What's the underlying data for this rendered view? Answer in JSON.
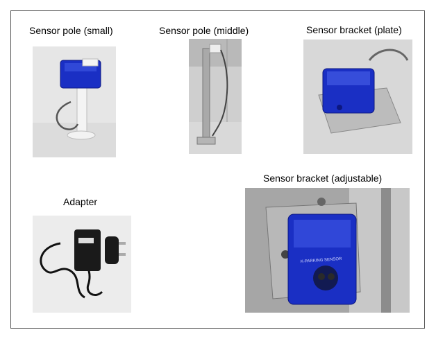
{
  "products": [
    {
      "caption": "Sensor pole (small)",
      "icon": "sensor-pole-small-photo"
    },
    {
      "caption": "Sensor pole (middle)",
      "icon": "sensor-pole-middle-photo"
    },
    {
      "caption": "Sensor bracket (plate)",
      "icon": "sensor-bracket-plate-photo"
    },
    {
      "caption": "Adapter",
      "icon": "adapter-photo"
    },
    {
      "caption": "Sensor bracket (adjustable)",
      "icon": "sensor-bracket-adjustable-photo",
      "label_on_device": "K-PARKING SENSOR"
    }
  ],
  "colors": {
    "sensor_blue": "#1a2fc4",
    "frame_border": "#555555"
  }
}
